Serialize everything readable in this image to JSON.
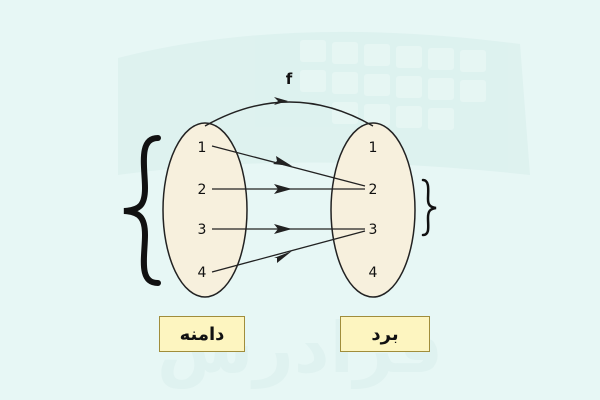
{
  "function_label": "f",
  "domain": {
    "label": "دامنه",
    "elements": [
      "1",
      "2",
      "3",
      "4"
    ]
  },
  "codomain": {
    "elements": [
      "1",
      "2",
      "3",
      "4"
    ]
  },
  "range_label": "برد",
  "mapping": [
    {
      "from": "1",
      "to": "2"
    },
    {
      "from": "2",
      "to": "2"
    },
    {
      "from": "3",
      "to": "3"
    },
    {
      "from": "4",
      "to": "3"
    }
  ],
  "watermark_text": "فرادرس",
  "colors": {
    "background": "#e7f7f5",
    "ellipse_fill": "#f7f0dd",
    "label_fill": "#fdf5c0",
    "label_border": "#a08d3b",
    "ink": "#111111"
  }
}
